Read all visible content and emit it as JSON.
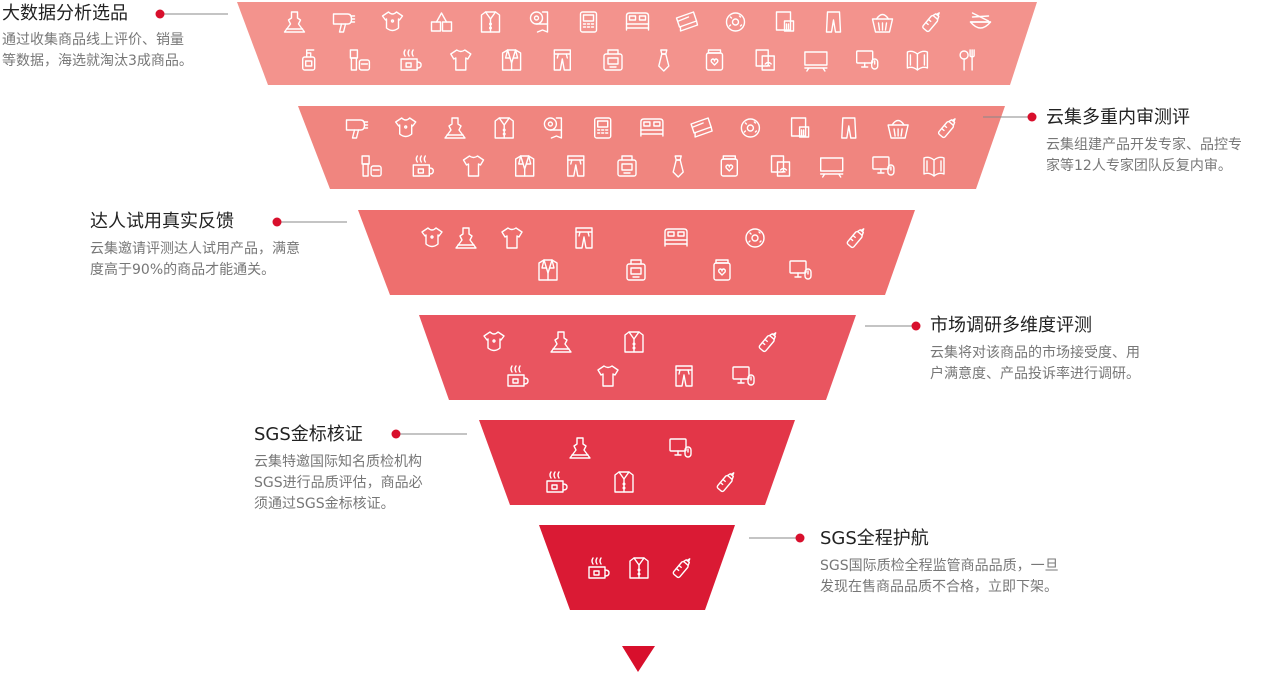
{
  "accent_color": "#d80f2c",
  "connector_color": "#888888",
  "icon_color": "#ffffff",
  "tiers": [
    {
      "title": "大数据分析选品",
      "desc": "通过收集商品线上评价、销量\n等数据，海选就淘汰3成商品。",
      "color": "#f3938d",
      "icon_rows": [
        [
          "dress-icon",
          "hair-dryer-icon",
          "baby-romper-icon",
          "toy-blocks-icon",
          "shirt-icon",
          "toilet-paper-icon",
          "phone-icon",
          "bed-icon",
          "ticket-icon",
          "donut-icon",
          "pp-board-icon",
          "pants-icon",
          "basket-icon",
          "baby-bottle-icon",
          "noodles-icon"
        ],
        [
          "lotion-icon",
          "cream-icon",
          "coffee-cup-icon",
          "tshirt-icon",
          "suit-icon",
          "trousers-icon",
          "scale-icon",
          "tie-icon",
          "jar-icon",
          "router-icon",
          "abc-board-icon",
          "computer-icon",
          "book-icon",
          "cooking-tools-icon"
        ]
      ]
    },
    {
      "title": "云集多重内审测评",
      "desc": "云集组建产品开发专家、品控专\n家等12人专家团队反复内审。",
      "color": "#f0857f",
      "icon_rows": [
        [
          "hair-dryer-icon",
          "baby-romper-icon",
          "dress-icon",
          "shirt-icon",
          "toilet-paper-icon",
          "phone-icon",
          "bed-icon",
          "ticket-icon",
          "donut-icon",
          "pp-board-icon",
          "pants-icon",
          "basket-icon",
          "baby-bottle-icon"
        ],
        [
          "cream-icon",
          "coffee-cup-icon",
          "tshirt-icon",
          "suit-icon",
          "trousers-icon",
          "scale-icon",
          "tie-icon",
          "jar-icon",
          "router-icon",
          "abc-board-icon",
          "computer-icon",
          "book-icon"
        ]
      ]
    },
    {
      "title": "达人试用真实反馈",
      "desc": "云集邀请评测达人试用产品，满意\n度高于90%的商品才能通关。",
      "color": "#ee6f6e",
      "icon_rows": [
        [
          "baby-romper-icon",
          "dress-icon",
          "tshirt-icon",
          "trousers-icon",
          "bed-icon",
          "donut-icon",
          "baby-bottle-icon"
        ],
        [
          "suit-icon",
          "scale-icon",
          "jar-icon",
          "computer-icon"
        ]
      ]
    },
    {
      "title": "市场调研多维度评测",
      "desc": "云集将对该商品的市场接受度、用\n户满意度、产品投诉率进行调研。",
      "color": "#e95560",
      "icon_rows": [
        [
          "baby-romper-icon",
          "dress-icon",
          "shirt-icon",
          "baby-bottle-icon"
        ],
        [
          "coffee-cup-icon",
          "tshirt-icon",
          "trousers-icon",
          "computer-icon"
        ]
      ]
    },
    {
      "title": "SGS金标核证",
      "desc": "云集特邀国际知名质检机构\nSGS进行品质评估，商品必\n须通过SGS金标核证。",
      "color": "#e33648",
      "icon_rows": [
        [
          "dress-icon",
          "computer-icon"
        ],
        [
          "coffee-cup-icon",
          "shirt-icon",
          "baby-bottle-icon"
        ]
      ]
    },
    {
      "title": "SGS全程护航",
      "desc": "SGS国际质检全程监管商品品质，一旦\n发现在售商品品质不合格，立即下架。",
      "color": "#da1a34",
      "icon_rows": [
        [
          "coffee-cup-icon",
          "shirt-icon",
          "baby-bottle-icon"
        ]
      ]
    }
  ],
  "arrow_color": "#d80f2c"
}
